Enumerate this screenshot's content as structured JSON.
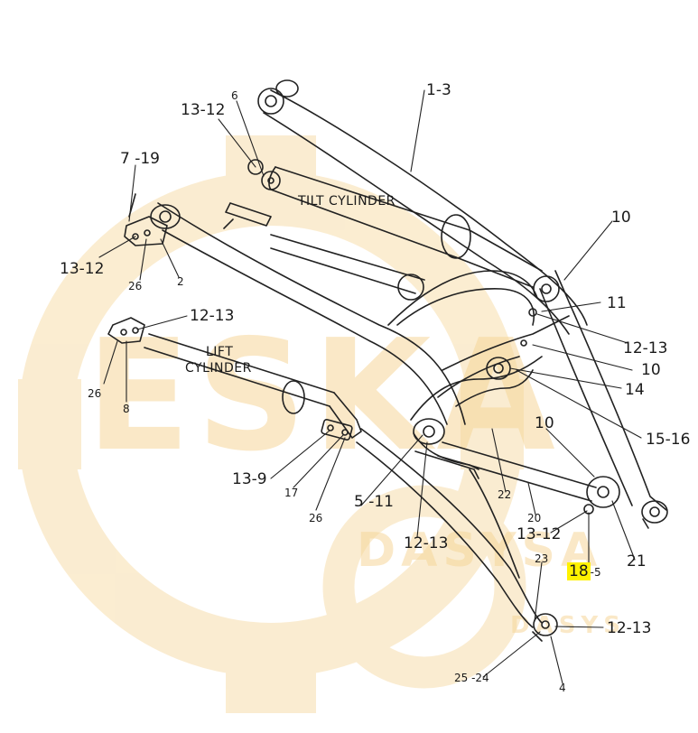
{
  "watermark": {
    "main": "ESKA",
    "sub1": "DASYSA",
    "sub2": "DASYS",
    "color": "#f5c873"
  },
  "highlight_color": "#fff200",
  "labels": {
    "l_1_3": "1-3",
    "l_13_12_top": "13-12",
    "l_6": "6",
    "l_7_19": "7 -19",
    "tilt_cylinder": "TILT CYLINDER",
    "l_13_12_left": "13-12",
    "l_26_a": "26",
    "l_2": "2",
    "l_12_13_a": "12-13",
    "lift_cylinder_1": "LIFT",
    "lift_cylinder_2": "CYLINDER",
    "l_26_b": "26",
    "l_8": "8",
    "l_10_a": "10",
    "l_11": "11",
    "l_12_13_b": "12-13",
    "l_10_b": "10",
    "l_14": "14",
    "l_15_16": "15-16",
    "l_10_c": "10",
    "l_13_9": "13-9",
    "l_17": "17",
    "l_26_c": "26",
    "l_5_11": "5 -11",
    "l_22": "22",
    "l_20": "20",
    "l_13_12_c": "13-12",
    "l_12_13_c": "12-13",
    "l_23": "23",
    "l_18_5_a": "18",
    "l_18_5_b": "-5",
    "l_21": "21",
    "l_12_13_d": "12-13",
    "l_25_24": "25 -24",
    "l_4": "4"
  }
}
